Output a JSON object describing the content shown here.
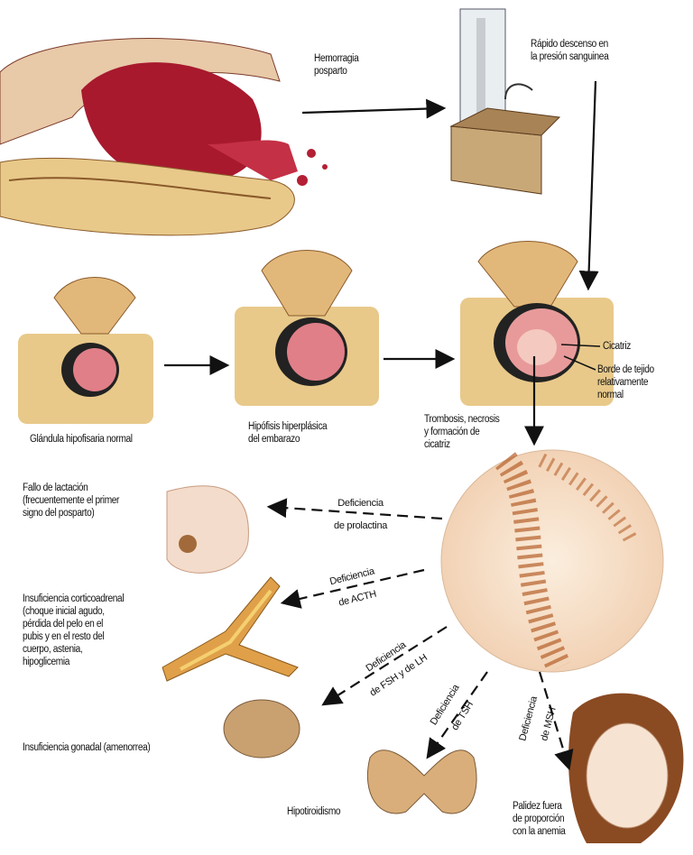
{
  "labels": {
    "hemorrhage": [
      "Hemorragia",
      "posparto"
    ],
    "bp_drop": [
      "Rápido descenso en",
      "la presión sanguinea"
    ],
    "normal_gland": "Glándula hipofisaria normal",
    "hyperplastic": [
      "Hipófisis hiperplásica",
      "del embarazo"
    ],
    "thrombosis": [
      "Trombosis, necrosis",
      "y formación de",
      "cicatriz"
    ],
    "scar": "Cicatriz",
    "border": [
      "Borde de tejido",
      "relativamente",
      "normal"
    ],
    "lactation": [
      "Fallo de lactación",
      "(frecuentemente el primer",
      "signo del posparto)"
    ],
    "adrenal": [
      "Insuficiencia corticoadrenal",
      "(choque inicial agudo,",
      "pérdida del pelo en el",
      "pubis y en el resto del",
      "cuerpo, astenia,",
      "hipoglicemia"
    ],
    "gonadal": "Insuficiencia gonadal (amenorrea)",
    "thyroid": "Hipotiroidismo",
    "pallor": [
      "Palidez fuera",
      "de proporción",
      "con la anemia"
    ]
  },
  "deficiencies": {
    "prolactin": [
      "Deficiencia",
      "de prolactina"
    ],
    "acth": [
      "Deficiencia",
      "de ACTH"
    ],
    "fsh_lh": [
      "Deficiencia",
      "de FSH y de LH"
    ],
    "tsh": [
      "Deficiencia",
      "de TSH"
    ],
    "msh": [
      "Deficiencia",
      "de MSH"
    ]
  },
  "colors": {
    "tissue": "#e8c98a",
    "blood": "#a8192e",
    "pink": "#e07f88",
    "bone": "#d9a75a"
  }
}
